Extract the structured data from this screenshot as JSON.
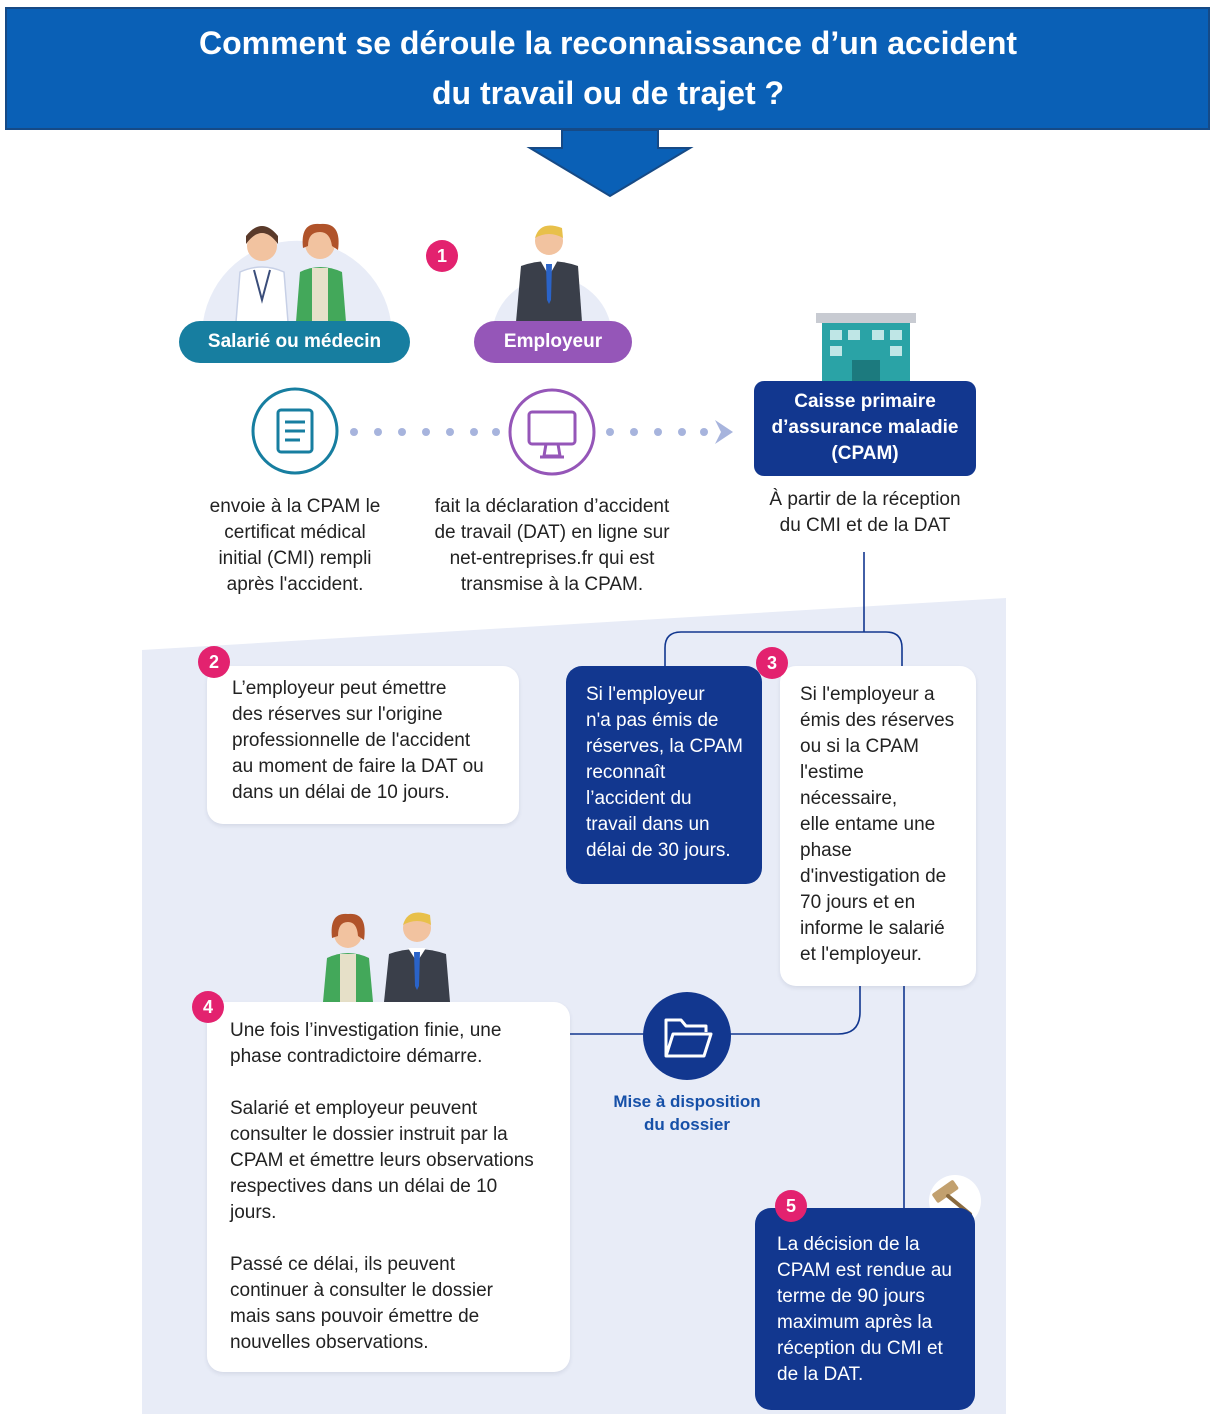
{
  "title": {
    "line1": "Comment se déroule la reconnaissance d’un accident",
    "line2": "du travail ou de trajet ?"
  },
  "colors": {
    "banner": "#0a60b6",
    "banner_border": "#164a86",
    "panel": "#e8ecf7",
    "navy": "#12378f",
    "teal": "#177ea0",
    "purple": "#9556b8",
    "pink": "#e3226f",
    "dots": "#a7b4dd"
  },
  "step1": {
    "number": "1",
    "actor_left": "Salarié ou médecin",
    "actor_right": "Employeur",
    "left_icon": "document-icon",
    "right_icon": "computer-monitor-icon",
    "left_text": "envoie à la CPAM le\ncertificat médical\ninitial (CMI) rempli\naprès l'accident.",
    "right_text": "fait la déclaration d’accident\nde travail (DAT) en ligne sur\nnet-entreprises.fr qui est\ntransmise à la CPAM."
  },
  "cpam": {
    "label": "Caisse primaire\nd’assurance maladie\n(CPAM)",
    "icon": "building-icon",
    "caption": "À partir de la réception\ndu CMI et de la DAT"
  },
  "step2": {
    "number": "2",
    "text": "L’employeur peut émettre\ndes réserves sur l'origine\nprofessionnelle de l'accident\nau moment de faire la DAT ou\ndans un délai de 10 jours."
  },
  "step3": {
    "number": "3",
    "no_reserve_text": "Si l'employeur\nn'a pas émis de\nréserves, la CPAM\nreconnaît\nl’accident du\ntravail dans un\ndélai de 30 jours.",
    "reserve_text": "Si l'employeur a\némis des réserves\nou si la CPAM\nl'estime\nnécessaire,\nelle entame une\nphase\nd'investigation de\n70 jours et en\ninforme le salarié\net l'employeur."
  },
  "step4": {
    "number": "4",
    "para1": "Une fois l’investigation finie, une\nphase contradictoire démarre.",
    "para2": "Salarié et employeur peuvent\nconsulter le dossier instruit par la\nCPAM et émettre leurs observations\nrespectives dans un délai de 10\njours.",
    "para3": "Passé ce délai, ils peuvent\ncontinuer à consulter le dossier\nmais sans pouvoir émettre de\nnouvelles observations."
  },
  "dossier": {
    "icon": "folder-icon",
    "label": "Mise à disposition\ndu dossier"
  },
  "step5": {
    "number": "5",
    "icon": "gavel-icon",
    "text": "La décision de la\nCPAM est rendue au\nterme de 90 jours\nmaximum après la\nréception du CMI et\nde la DAT."
  }
}
